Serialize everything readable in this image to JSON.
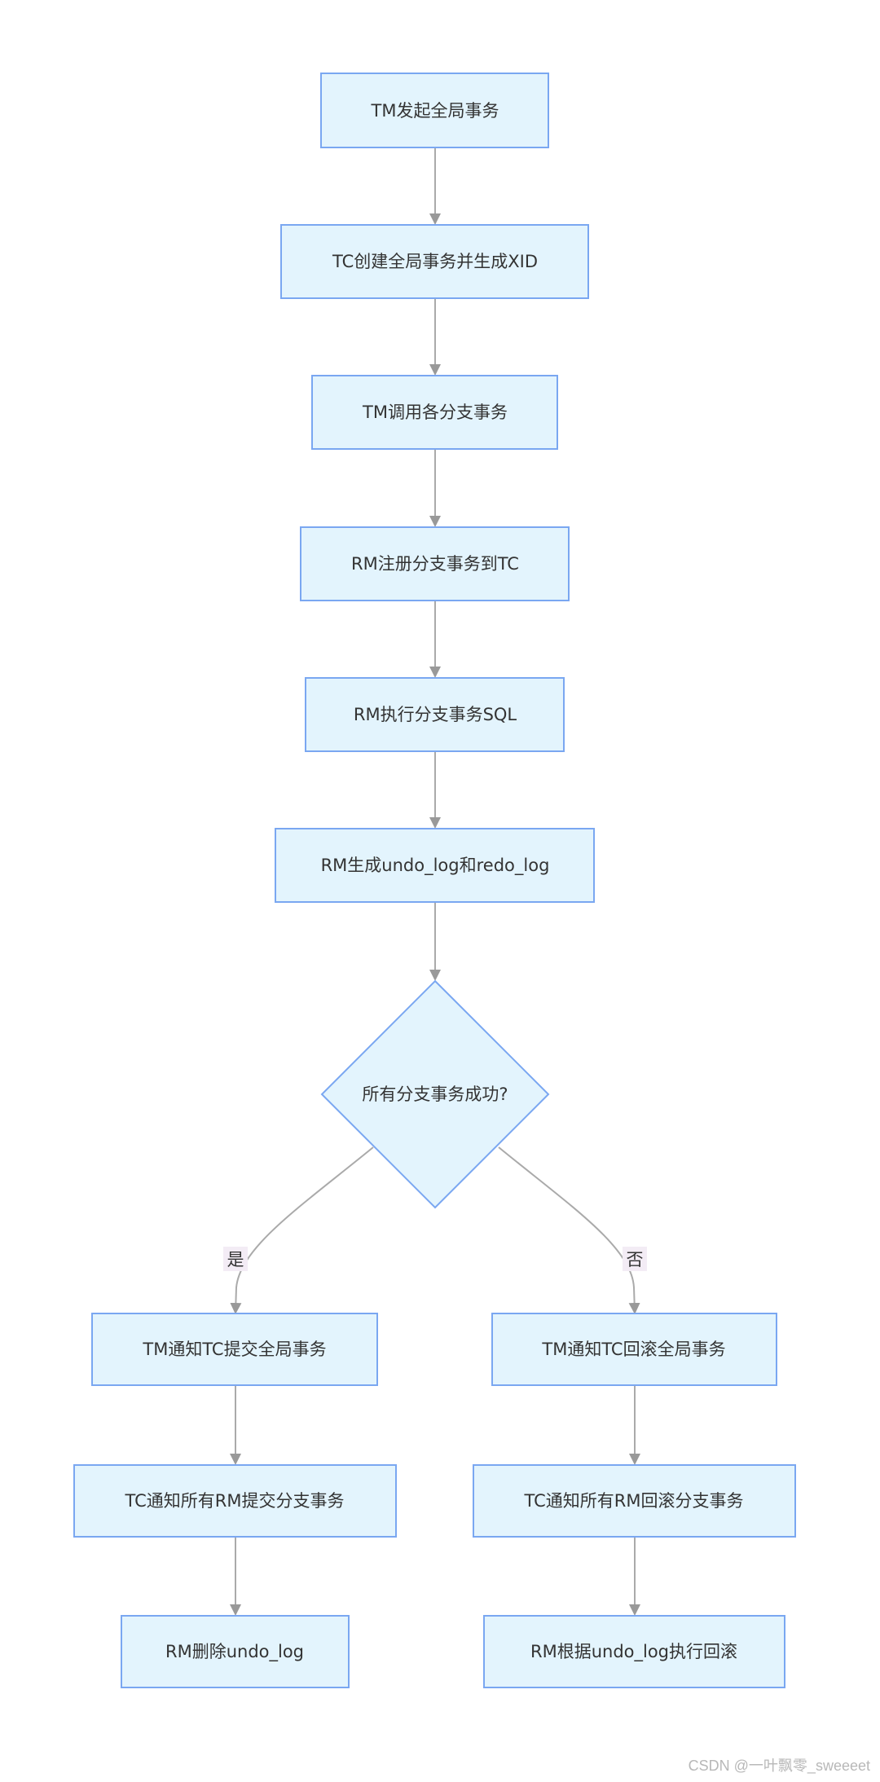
{
  "nodes": {
    "start": "TM发起全局事务",
    "create_xid": "TC创建全局事务并生成XID",
    "call_branches": "TM调用各分支事务",
    "register_branch": "RM注册分支事务到TC",
    "exec_sql": "RM执行分支事务SQL",
    "gen_logs": "RM生成undo_log和redo_log",
    "decision": "所有分支事务成功?",
    "commit_global": "TM通知TC提交全局事务",
    "commit_branches": "TC通知所有RM提交分支事务",
    "delete_undo": "RM删除undo_log",
    "rollback_global": "TM通知TC回滚全局事务",
    "rollback_branches": "TC通知所有RM回滚分支事务",
    "exec_rollback": "RM根据undo_log执行回滚"
  },
  "edges": {
    "yes_label": "是",
    "no_label": "否"
  },
  "watermark": "CSDN @一叶飘零_sweeeet",
  "colors": {
    "node_fill": "#e3f4fd",
    "node_stroke": "#7aa7f1",
    "edge": "#aaaaaa",
    "label_bg": "#f3ecf5"
  }
}
